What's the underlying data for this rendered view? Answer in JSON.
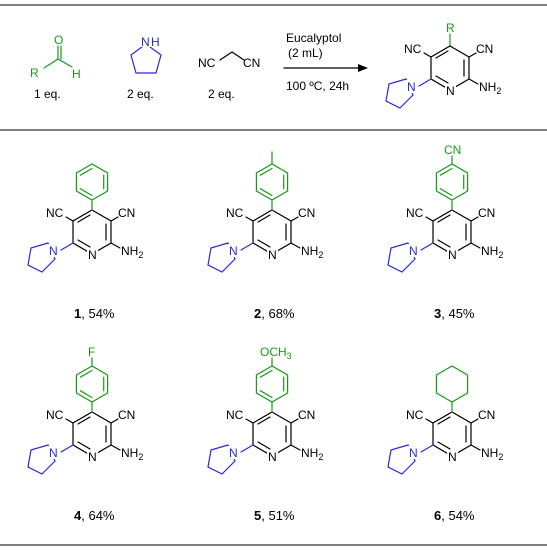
{
  "reaction": {
    "reagents": [
      {
        "amount": "1 eq.",
        "atoms": {
          "o": "O",
          "r": "R",
          "h": "H"
        }
      },
      {
        "amount": "2 eq.",
        "atoms": {
          "n": "N",
          "h": "H"
        }
      },
      {
        "amount": "2 eq.",
        "atoms": {
          "nc": "NC",
          "cn": "CN"
        }
      }
    ],
    "conditions": {
      "solvent": "Eucalyptol",
      "volume": "(2 mL)",
      "temp_time": "100 ºC, 24h"
    },
    "product": {
      "r": "R",
      "nc": "NC",
      "cn": "CN",
      "n_ring": "N",
      "n_pyr": "N",
      "nh2": "NH",
      "nh2_sub": "2"
    }
  },
  "products": [
    {
      "number": "1",
      "yield": ", 54%",
      "substituent": "phenyl"
    },
    {
      "number": "2",
      "yield": ", 68%",
      "substituent": "p-tolyl"
    },
    {
      "number": "3",
      "yield": ", 45%",
      "substituent": "4-cyanophenyl",
      "label": "CN"
    },
    {
      "number": "4",
      "yield": ", 64%",
      "substituent": "4-fluorophenyl",
      "label": "F"
    },
    {
      "number": "5",
      "yield": ", 51%",
      "substituent": "4-methoxyphenyl",
      "label": "OCH",
      "label_sub": "3"
    },
    {
      "number": "6",
      "yield": ", 54%",
      "substituent": "cyclohexyl"
    }
  ],
  "core_labels": {
    "nc": "NC",
    "cn": "CN",
    "n_ring": "N",
    "n_pyr": "N",
    "nh": "NH",
    "nh_sub": "2"
  },
  "colors": {
    "substituent": "#1a9a1a",
    "amine": "#2a2ad6",
    "core": "#000000"
  }
}
